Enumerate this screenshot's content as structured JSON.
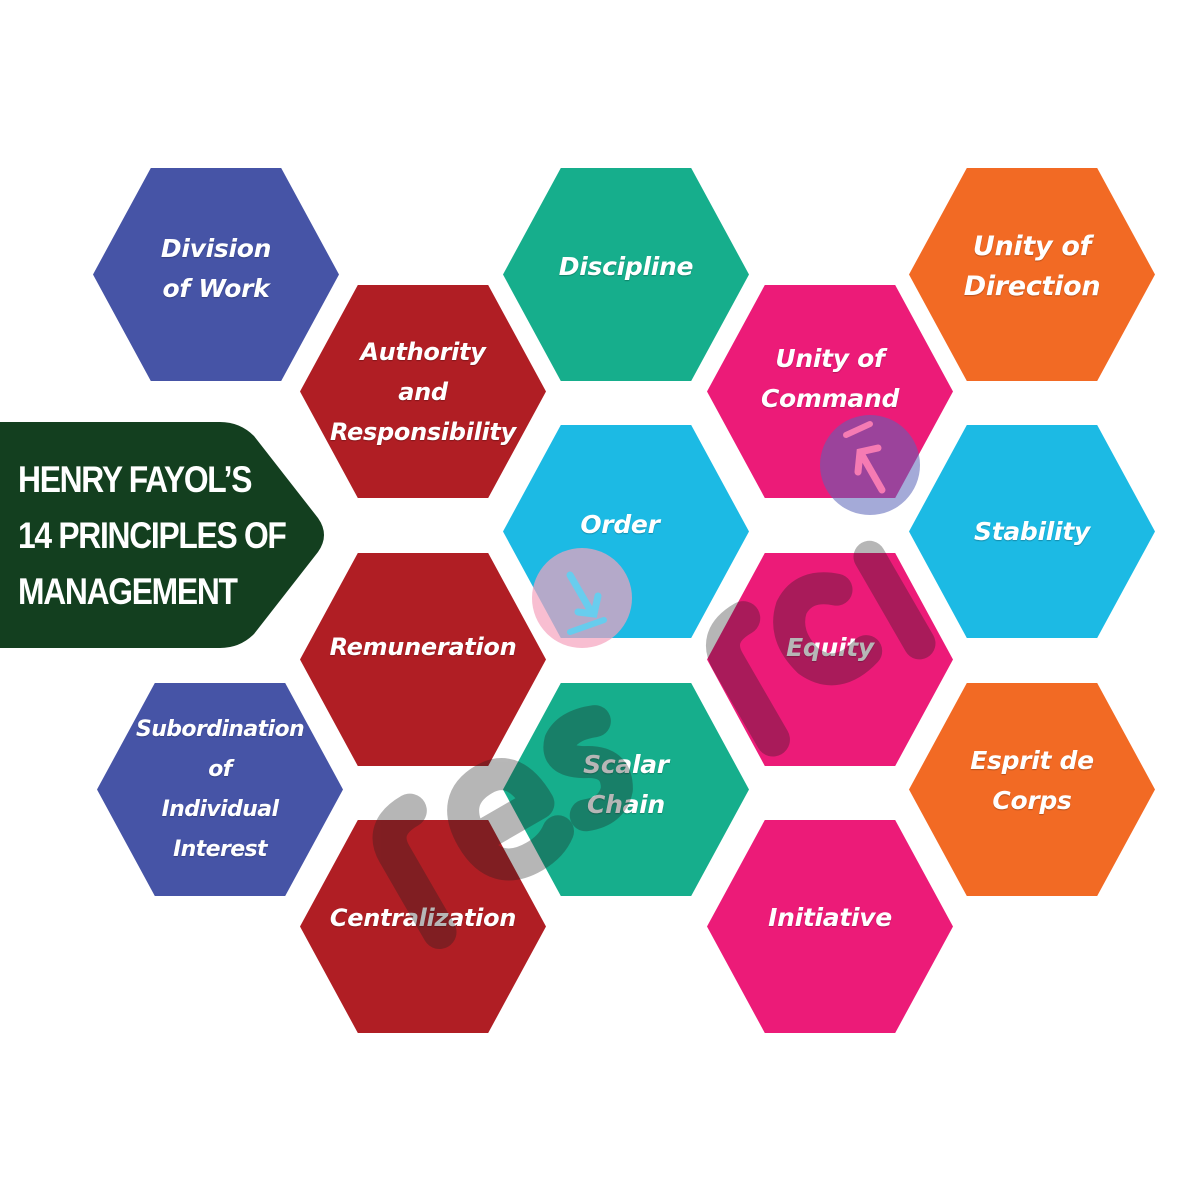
{
  "title": {
    "lines": [
      "HENRY FAYOL’S",
      "14 PRINCIPLES OF",
      "MANAGEMENT"
    ],
    "color": "#133f1f"
  },
  "colors": {
    "blue": "#4654a6",
    "red": "#b01e24",
    "teal": "#16ae8c",
    "magenta": "#ec1b78",
    "orange": "#f26a24",
    "cyan": "#1cbae4"
  },
  "principles": [
    {
      "id": "division-of-work",
      "lines": [
        "Division",
        "of Work"
      ],
      "color": "#4654a6"
    },
    {
      "id": "authority-and-responsibility",
      "lines": [
        "Authority",
        "and",
        "Responsibility"
      ],
      "color": "#b01e24"
    },
    {
      "id": "discipline",
      "lines": [
        "Discipline"
      ],
      "color": "#16ae8c"
    },
    {
      "id": "unity-of-command",
      "lines": [
        "Unity of",
        "Command"
      ],
      "color": "#ec1b78"
    },
    {
      "id": "unity-of-direction",
      "lines": [
        "Unity of",
        "Direction"
      ],
      "color": "#f26a24"
    },
    {
      "id": "order",
      "lines": [
        "Order"
      ],
      "color": "#1cbae4"
    },
    {
      "id": "stability",
      "lines": [
        "Stability"
      ],
      "color": "#1cbae4"
    },
    {
      "id": "remuneration",
      "lines": [
        "Remuneration"
      ],
      "color": "#b01e24"
    },
    {
      "id": "equity",
      "lines": [
        "Equity"
      ],
      "color": "#ec1b78"
    },
    {
      "id": "subordination-of-individual-interest",
      "lines": [
        "Subordination",
        "of",
        "Individual",
        "Interest"
      ],
      "color": "#4654a6"
    },
    {
      "id": "scalar-chain",
      "lines": [
        "Scalar",
        "Chain"
      ],
      "color": "#16ae8c"
    },
    {
      "id": "esprit-de-corps",
      "lines": [
        "Esprit de",
        "Corps"
      ],
      "color": "#f26a24"
    },
    {
      "id": "centralization",
      "lines": [
        "Centralization"
      ],
      "color": "#b01e24"
    },
    {
      "id": "initiative",
      "lines": [
        "Initiative"
      ],
      "color": "#ec1b78"
    }
  ],
  "watermark": {
    "text": "resorcio"
  }
}
